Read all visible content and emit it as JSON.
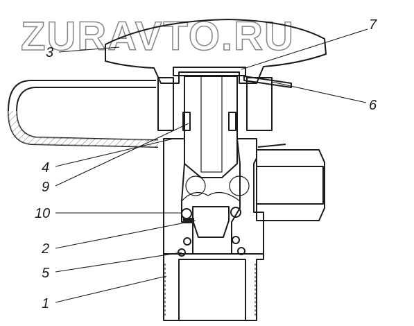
{
  "watermark": "ZURAVTO.RU",
  "callouts": [
    {
      "id": "3",
      "text": "3"
    },
    {
      "id": "7",
      "text": "7"
    },
    {
      "id": "6",
      "text": "6"
    },
    {
      "id": "4",
      "text": "4"
    },
    {
      "id": "9",
      "text": "9"
    },
    {
      "id": "10",
      "text": "10"
    },
    {
      "id": "2",
      "text": "2"
    },
    {
      "id": "5",
      "text": "5"
    },
    {
      "id": "1",
      "text": "1"
    }
  ]
}
